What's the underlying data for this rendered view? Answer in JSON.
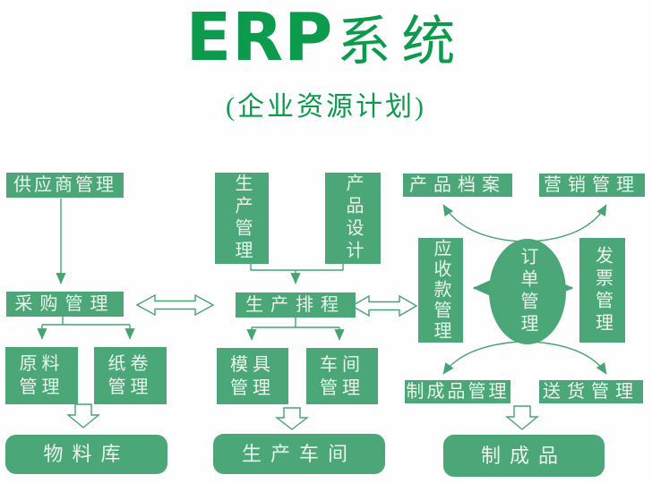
{
  "title": {
    "en": "ERP",
    "zh": "系统",
    "subtitle": "(企业资源计划)"
  },
  "colors": {
    "green_box": "#4BA778",
    "green_title": "#0C9B4D",
    "green_arrow": "#46A374",
    "text_on_green": "#EAF5ED",
    "background": "#FEFEFE"
  },
  "nodes": {
    "supplier": {
      "label": "供应商管理"
    },
    "purchasing": {
      "label": "采购管理"
    },
    "raw_material": {
      "label": "原料管理"
    },
    "paper_roll": {
      "label": "纸卷管理"
    },
    "material_warehouse": {
      "label": "物料库"
    },
    "production_mgmt": {
      "label": "生产管理"
    },
    "product_design": {
      "label": "产品设计"
    },
    "production_scheduling": {
      "label": "生产排程"
    },
    "mold_mgmt": {
      "label": "模具管理"
    },
    "workshop_mgmt": {
      "label": "车间管理"
    },
    "production_workshop": {
      "label": "生产车间"
    },
    "product_archive": {
      "label": "产品档案"
    },
    "marketing": {
      "label": "营销管理"
    },
    "receivables": {
      "label": "应收款管理"
    },
    "order_mgmt": {
      "label": "订单管理"
    },
    "invoice": {
      "label": "发票管理"
    },
    "finished_goods_mgmt": {
      "label": "制成品管理"
    },
    "delivery": {
      "label": "送货管理"
    },
    "finished_goods": {
      "label": "制成品"
    }
  },
  "connections": [
    {
      "from": "供应商管理",
      "to": "采购管理",
      "style": "thin-arrow"
    },
    {
      "from": "采购管理",
      "to": "原料管理",
      "style": "thin-arrow"
    },
    {
      "from": "采购管理",
      "to": "纸卷管理",
      "style": "thin-arrow"
    },
    {
      "from": "原料管理/纸卷管理",
      "to": "物料库",
      "style": "hollow-block-arrow"
    },
    {
      "from": "采购管理",
      "to": "生产排程",
      "style": "hollow-double-arrow"
    },
    {
      "from": "生产管理/产品设计",
      "to": "生产排程",
      "style": "thin-arrow"
    },
    {
      "from": "生产排程",
      "to": "模具管理",
      "style": "thin-arrow"
    },
    {
      "from": "生产排程",
      "to": "车间管理",
      "style": "thin-arrow"
    },
    {
      "from": "模具管理/车间管理",
      "to": "生产车间",
      "style": "hollow-block-arrow"
    },
    {
      "from": "生产排程",
      "to": "应收款管理",
      "style": "hollow-double-arrow"
    },
    {
      "from": "订单管理",
      "to": "产品档案",
      "style": "curved-arrow"
    },
    {
      "from": "订单管理",
      "to": "营销管理",
      "style": "curved-arrow"
    },
    {
      "from": "订单管理",
      "to": "应收款管理",
      "style": "solid-arrow"
    },
    {
      "from": "订单管理",
      "to": "发票管理",
      "style": "solid-arrow"
    },
    {
      "from": "订单管理",
      "to": "制成品管理",
      "style": "curved-arrow"
    },
    {
      "from": "订单管理",
      "to": "送货管理",
      "style": "curved-arrow"
    },
    {
      "from": "制成品管理",
      "to": "制成品",
      "style": "hollow-block-arrow"
    }
  ]
}
